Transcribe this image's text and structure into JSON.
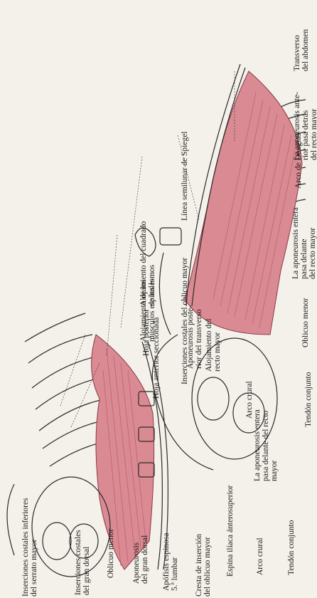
{
  "figure": {
    "labels": {
      "transverso": "Transverso\ndel abdomen",
      "aponeurosis_anterior_detras": "La aponeurosis ante-\nrior pasa detrás\ndel recto mayor",
      "arco_douglas": "Arco de Douglas",
      "aponeurosis_entera_delante_top": "La aponeurosis entera\npasa delante\ndel recto mayor",
      "oblicuo_menor_top": "Oblicuo menor",
      "tendon_conjunto_top": "Tendón conjunto",
      "arco_crural_top": "Arco crural",
      "linea_spiegel": "Línea semilunar de Spiegel",
      "inserciones_oblicuo_mayor": "Inserciones costales del oblicuo mayor",
      "alojamiento_cuadrado": "Alojamiento del cuadrado\nde los lomos",
      "alojamiento_espinales": "Alojamiento de los\nmúsculos espinales",
      "hoja_posterior": "Hoja posterior",
      "hoja_anterior": "Hoja anterior seccionada",
      "aponeurosis_posterior_transverso": "Aponeurosis poste-\nrior del transverso",
      "alojamiento_recto": "Alojamiento del\nrecto mayor",
      "aponeurosis_entera_delante_bottom": "La aponeurosis entera\npasa delante del recto\nmayor",
      "inserciones_serrato": "Inserciones costales inferiores\ndel serrato mayor",
      "inserciones_gran_dorsal": "Inserciones costales\ndel gran dorsal",
      "oblicuo_menor_bottom": "Oblicuo menor",
      "aponeurosis_gran_dorsal": "Aponeurosis\ndel gran dorsal",
      "apofisis_espinosa": "Apófisis espinosa\n5.ª lumbar",
      "cresta_insercion": "Cresta de inserción\ndel oblicuo mayor",
      "espina_iliaca": "Espina ilíaca ánterosuperior",
      "arco_crural_bottom": "Arco crural",
      "tendon_conjunto_bottom": "Tendón conjunto"
    },
    "colors": {
      "muscle": "#d98a92",
      "muscle_dark": "#b8566a",
      "line": "#2a2a2a",
      "paper": "#f4f1ea"
    }
  }
}
